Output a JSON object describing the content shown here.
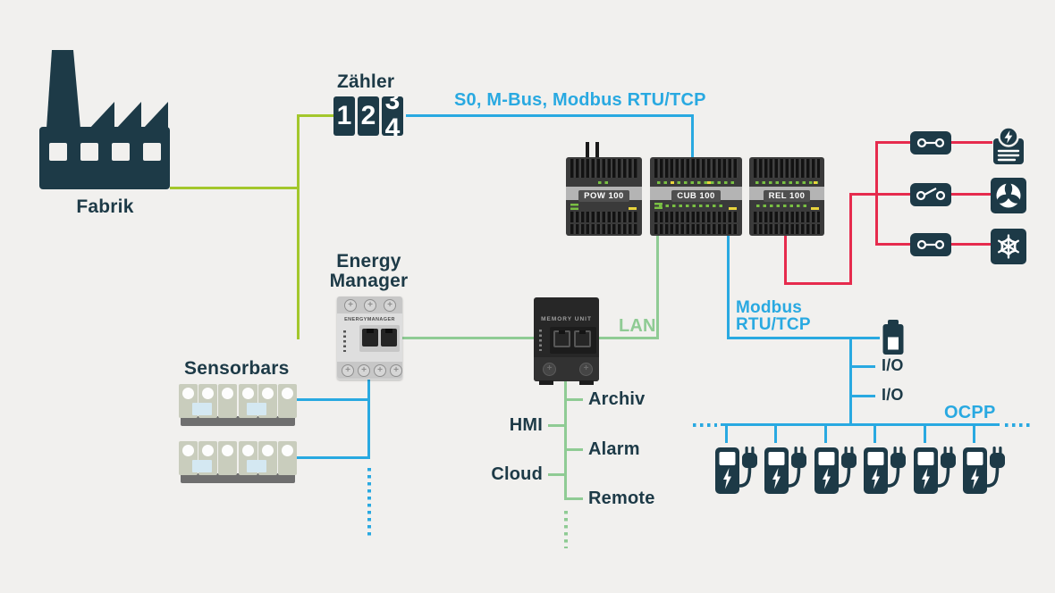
{
  "labels": {
    "fabrik": "Fabrik",
    "zaehler": "Zähler",
    "top_bus": "S0, M-Bus, Modbus RTU/TCP",
    "energy_manager_1": "Energy",
    "energy_manager_2": "Manager",
    "sensorbars": "Sensorbars",
    "lan": "LAN",
    "modbus_1": "Modbus",
    "modbus_2": "RTU/TCP",
    "io_1": "I/O",
    "io_2": "I/O",
    "ocpp": "OCPP",
    "archiv": "Archiv",
    "hmi": "HMI",
    "alarm": "Alarm",
    "cloud": "Cloud",
    "remote": "Remote"
  },
  "devices": {
    "modules": [
      {
        "name": "POW 100"
      },
      {
        "name": "CUB 100"
      },
      {
        "name": "REL 100"
      }
    ],
    "energy_manager_device": "ENERGYMANAGER",
    "memory_unit_device": "MEMORY UNIT",
    "counter": {
      "first": "1",
      "second": "2",
      "roll_top": "3",
      "roll_bottom": "4"
    }
  },
  "counts": {
    "chargers": 6,
    "sensorbars": 2
  },
  "colors": {
    "background": "#f1f0ee",
    "ink": "#1d3a47",
    "blue": "#29a9e1",
    "green": "#a3c72c",
    "pale_green": "#8fcb94",
    "red": "#e62b4d"
  }
}
